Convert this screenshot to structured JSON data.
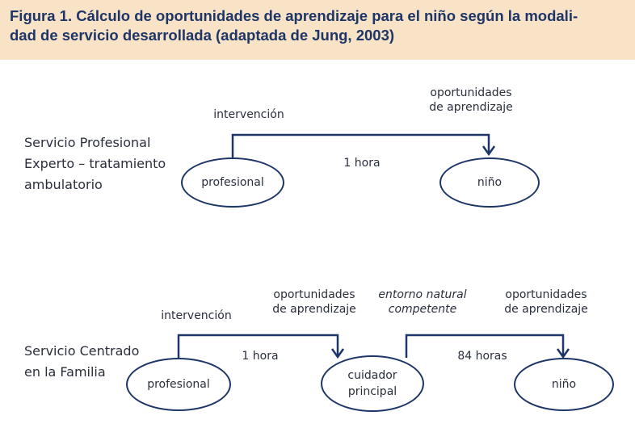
{
  "figure": {
    "title_line1": "Figura 1. Cálculo de oportunidades de aprendizaje para el niño según la modali-",
    "title_line2": "dad de servicio desarrollada (adaptada de Jung, 2003)"
  },
  "colors": {
    "header_bg": "#f9e3c6",
    "title": "#1d3567",
    "line": "#1d3567",
    "text": "#2a2f3d"
  },
  "service1": {
    "name_line1": "Servicio Profesional",
    "name_line2": "Experto – tratamiento",
    "name_line3": "ambulatorio",
    "label_intervention": "intervención",
    "label_opps_line1": "oportunidades",
    "label_opps_line2": "de aprendizaje",
    "label_time": "1 hora",
    "node_professional": "profesional",
    "node_child": "niño"
  },
  "service2": {
    "name_line1": "Servicio Centrado",
    "name_line2": "en la Familia",
    "label_intervention": "intervención",
    "label_opps1_line1": "oportunidades",
    "label_opps1_line2": "de aprendizaje",
    "label_env_line1": "entorno natural",
    "label_env_line2": "competente",
    "label_opps2_line1": "oportunidades",
    "label_opps2_line2": "de aprendizaje",
    "label_time1": "1 hora",
    "label_time2": "84 horas",
    "node_professional": "profesional",
    "node_caregiver_line1": "cuidador",
    "node_caregiver_line2": "principal",
    "node_child": "niño"
  }
}
